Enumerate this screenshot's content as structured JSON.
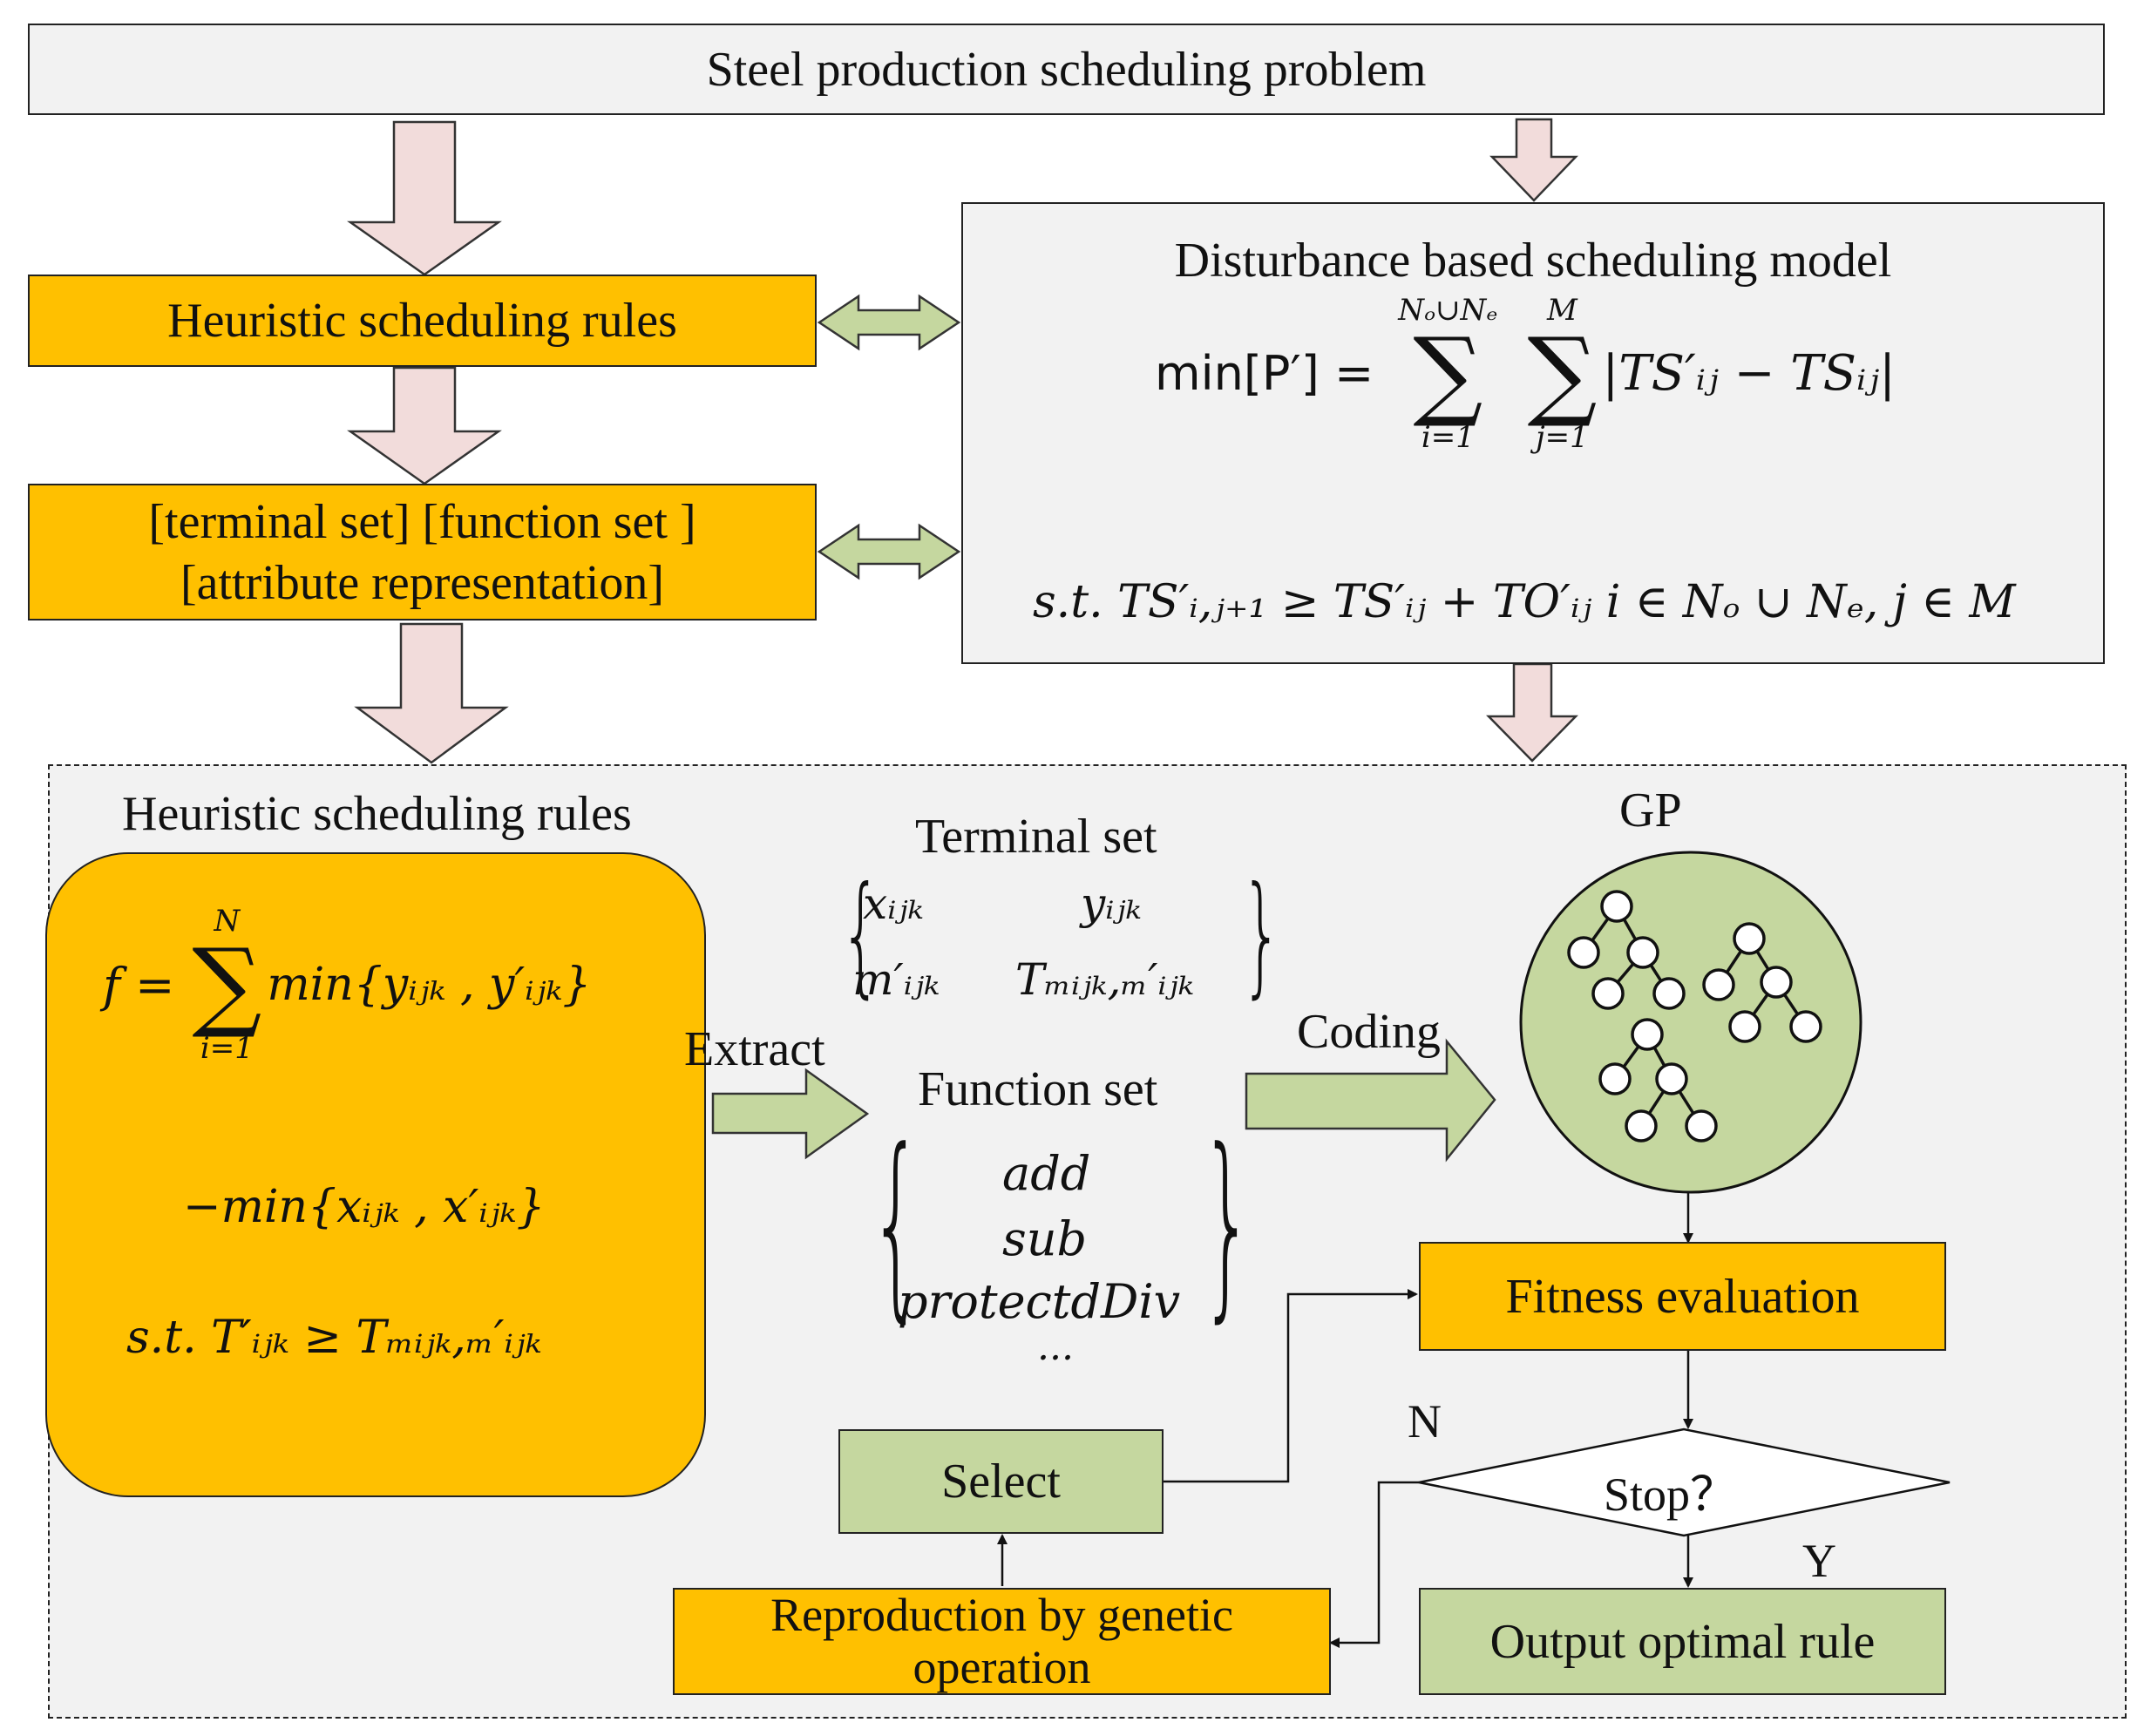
{
  "title_box": "Steel production scheduling problem",
  "heuristic_rules_box": "Heuristic scheduling rules",
  "sets_box": {
    "line1": "[terminal set] [function set ]",
    "line2": "[attribute representation]"
  },
  "model_box": {
    "title": "Disturbance based scheduling model",
    "objective_lhs": "min[P′] =",
    "sum1_upper": "Nₒ∪Nₑ",
    "sum1_lower": "i=1",
    "sum2_upper": "M",
    "sum2_lower": "j=1",
    "objective_term": "|TS′ᵢⱼ − TSᵢⱼ|",
    "constraint": "s.t.  TS′ᵢ,ⱼ₊₁ ≥ TS′ᵢⱼ + TO′ᵢⱼ  i ∈ Nₒ ∪ Nₑ, j ∈ M"
  },
  "lower_panel": {
    "title": "Heuristic scheduling rules",
    "formula": {
      "f_lhs": "f =",
      "sum_upper": "N",
      "sum_lower": "i=1",
      "term1": "min{yᵢⱼₖ , y′ᵢⱼₖ}",
      "term2": "−min{xᵢⱼₖ , x′ᵢⱼₖ}",
      "constraint": "s.t.  T′ᵢⱼₖ ≥ Tₘᵢⱼₖ,ₘ′ᵢⱼₖ"
    },
    "terminal_set_label": "Terminal set",
    "terminal_items": [
      "xᵢⱼₖ",
      "yᵢⱼₖ",
      "m′ᵢⱼₖ",
      "Tₘᵢⱼₖ,ₘ′ᵢⱼₖ"
    ],
    "function_set_label": "Function set",
    "function_items": [
      "add",
      "sub",
      "protectdDiv",
      "..."
    ],
    "extract_label": "Extract",
    "coding_label": "Coding",
    "gp_label": "GP",
    "fitness_box": "Fitness evaluation",
    "stop_decision": "Stop？",
    "n_label": "N",
    "y_label": "Y",
    "select_box": "Select",
    "reproduction_box": {
      "line1": "Reproduction by genetic",
      "line2": "operation"
    },
    "output_box": "Output optimal rule"
  },
  "colors": {
    "yellow": "#ffc000",
    "green": "#c5d79f",
    "pink_arrow": "#f2dcdb",
    "panel_bg": "#f2f2f2"
  }
}
